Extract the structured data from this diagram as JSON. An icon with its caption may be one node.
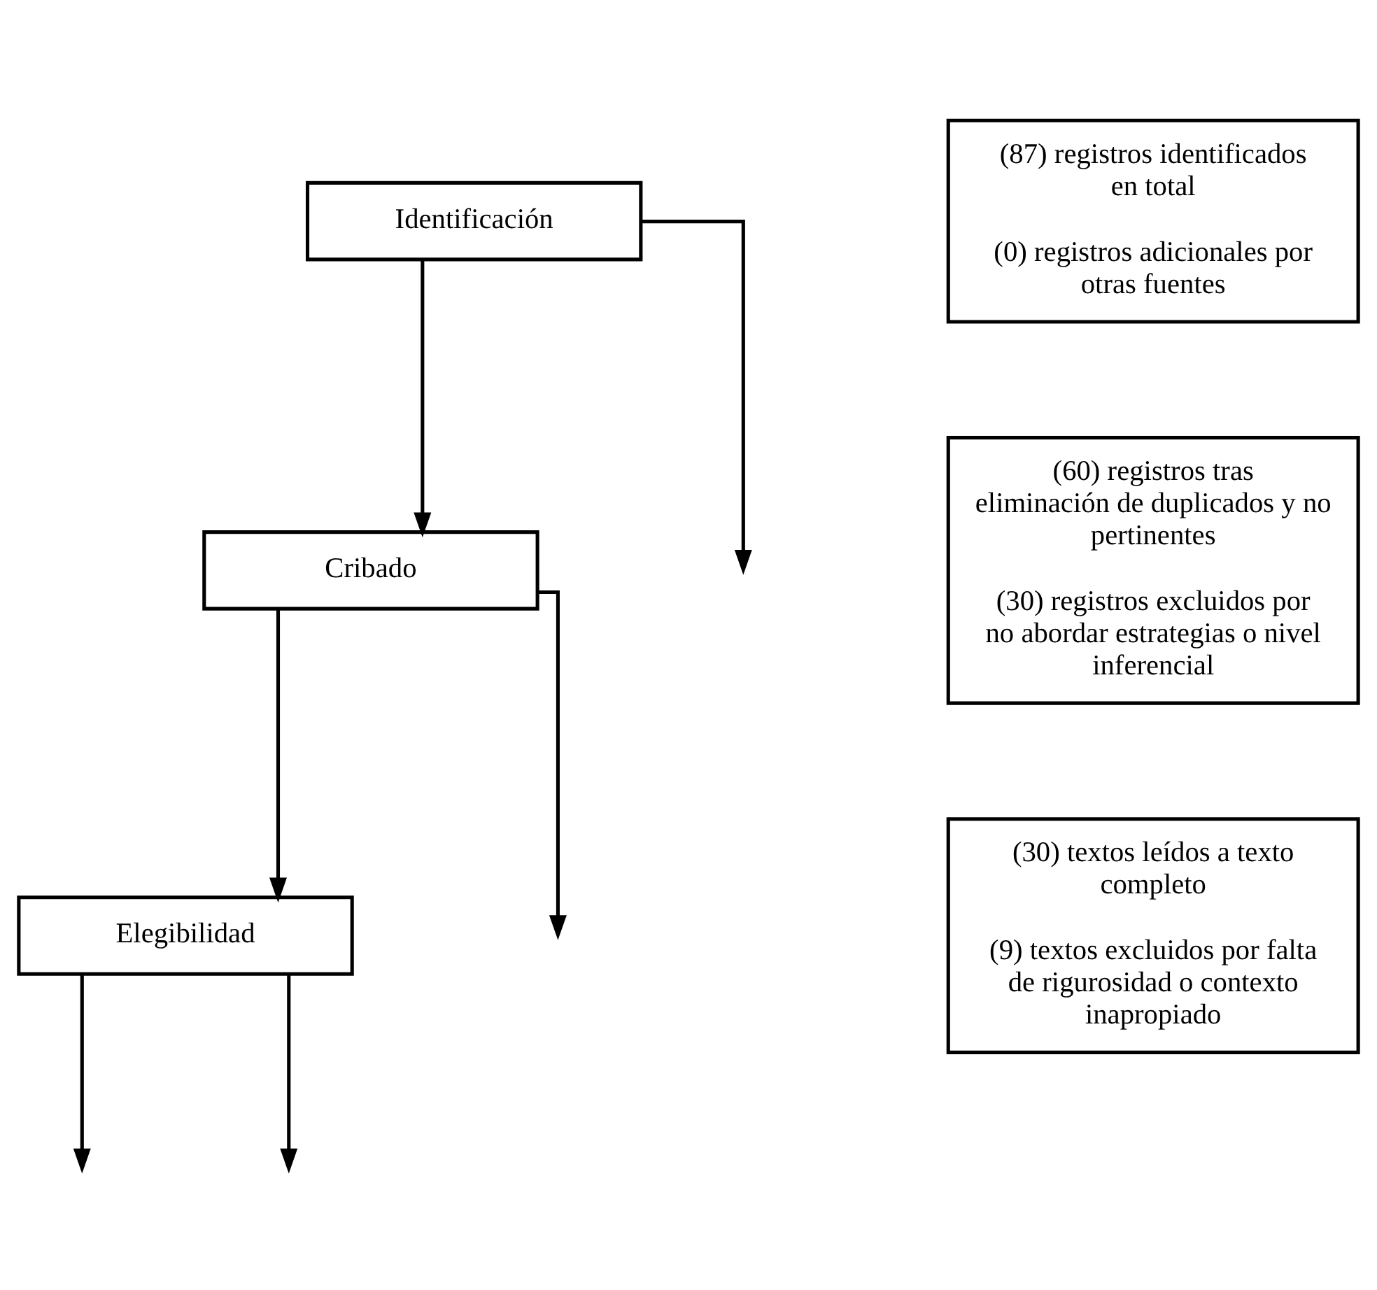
{
  "diagram": {
    "nodes": [
      {
        "text": [
          "Identificación"
        ]
      },
      {
        "text": [
          "Cribado"
        ]
      },
      {
        "text": [
          "Elegibilidad"
        ]
      },
      {
        "text": [
          "(87) registros identificados en total",
          "(0) registros adicionales por otras fuentes"
        ]
      },
      {
        "text": [
          "(60) registros tras eliminación de duplicados y no pertinentes",
          "(30) registros excluidos por no abordar estrategias o nivel inferencial"
        ]
      },
      {
        "text": [
          "(30) textos leídos a texto completo",
          "(9) textos excluidos por falta de rigurosidad o contexto inapropiado"
        ]
      }
    ],
    "edges": [
      {
        "from": 0,
        "to": null,
        "arrow": "to"
      },
      {
        "from": 0,
        "to": 1,
        "arrow": "to"
      },
      {
        "from": 1,
        "to": null,
        "arrow": "to"
      },
      {
        "from": 1,
        "to": 2,
        "arrow": "to"
      },
      {
        "from": 2,
        "to": null,
        "arrow": "to"
      },
      {
        "from": 2,
        "to": null,
        "arrow": "to"
      }
    ]
  }
}
